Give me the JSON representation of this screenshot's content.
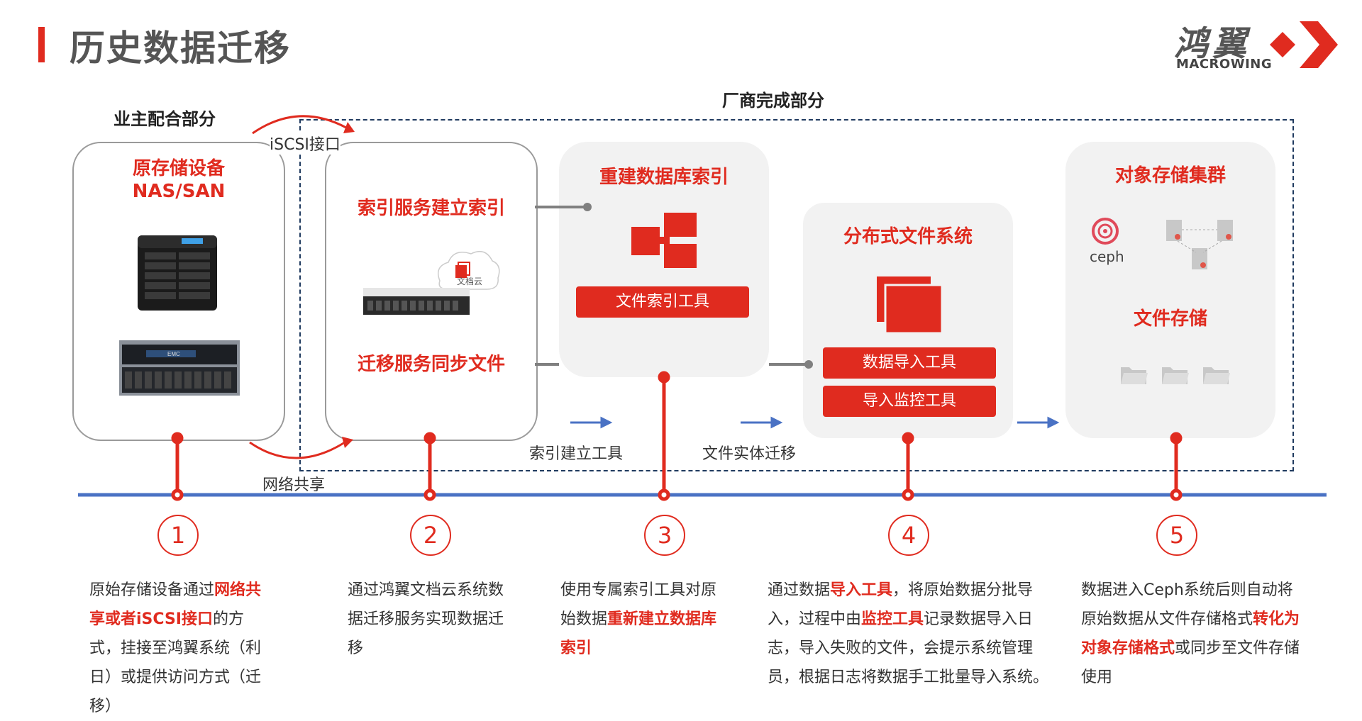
{
  "header": {
    "title": "历史数据迁移",
    "logo_cn": "鸿翼",
    "logo_en": "MACROWING"
  },
  "labels": {
    "owner_part": "业主配合部分",
    "vendor_part": "厂商完成部分",
    "iscsi": "iSCSI接口",
    "network_share": "网络共享",
    "index_tool": "索引建立工具",
    "file_migration": "文件实体迁移"
  },
  "boxes": {
    "storage": {
      "title_line1": "原存储设备",
      "title_line2": "NAS/SAN"
    },
    "service": {
      "index": "索引服务建立索引",
      "sync": "迁移服务同步文件",
      "cloud_label": "文档云"
    },
    "rebuild": {
      "title": "重建数据库索引",
      "button": "文件索引工具"
    },
    "dfs": {
      "title": "分布式文件系统",
      "button1": "数据导入工具",
      "button2": "导入监控工具"
    },
    "object": {
      "title": "对象存储集群",
      "ceph": "ceph",
      "file_storage": "文件存储"
    }
  },
  "steps": [
    {
      "num": "1",
      "parts": [
        {
          "t": "原始存储设备通过",
          "hl": false
        },
        {
          "t": "网络共享或者iSCSI接口",
          "hl": true
        },
        {
          "t": "的方式，挂接至鸿翼系统（利日）或提供访问方式（迁移）",
          "hl": false
        }
      ]
    },
    {
      "num": "2",
      "parts": [
        {
          "t": "通过鸿翼文档云系统数据迁移服务实现数据迁移",
          "hl": false
        }
      ]
    },
    {
      "num": "3",
      "parts": [
        {
          "t": "使用专属索引工具对原始数据",
          "hl": false
        },
        {
          "t": "重新建立数据库索引",
          "hl": true
        }
      ]
    },
    {
      "num": "4",
      "parts": [
        {
          "t": "通过数据",
          "hl": false
        },
        {
          "t": "导入工具",
          "hl": true
        },
        {
          "t": "，将原始数据分批导入，过程中由",
          "hl": false
        },
        {
          "t": "监控工具",
          "hl": true
        },
        {
          "t": "记录数据导入日志，导入失败的文件，会提示系统管理员，根据日志将数据手工批量导入系统。",
          "hl": false
        }
      ]
    },
    {
      "num": "5",
      "parts": [
        {
          "t": "数据进入Ceph系统后则自动将原始数据从文件存储格式",
          "hl": false
        },
        {
          "t": "转化为对象存储格式",
          "hl": true
        },
        {
          "t": "或同步至文件存储使用",
          "hl": false
        }
      ]
    }
  ],
  "colors": {
    "accent": "#e02b1f",
    "timeline": "#4a72c4",
    "grey_box": "#f2f2f2"
  }
}
